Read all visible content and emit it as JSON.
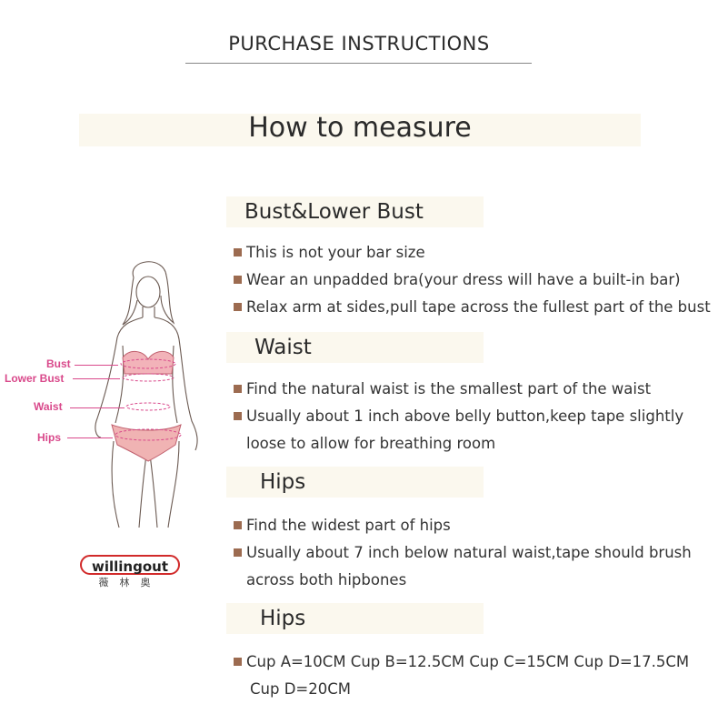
{
  "page_title": "PURCHASE INSTRUCTIONS",
  "how_to_measure": "How to measure",
  "sections": [
    {
      "title": "Bust&Lower Bust",
      "bullets": [
        "This is not your bar size",
        "Wear an unpadded bra(your dress will have a built-in bar)",
        "Relax arm at sides,pull tape across the fullest part of the bust"
      ]
    },
    {
      "title": "Waist",
      "bullets": [
        "Find the natural waist is the smallest part of the waist",
        "Usually about 1 inch above belly button,keep tape slightly",
        "loose to allow for breathing room"
      ]
    },
    {
      "title": "Hips",
      "bullets": [
        "Find the widest part of hips",
        "Usually about 7 inch below natural waist,tape should brush",
        "across both hipbones"
      ]
    },
    {
      "title": "Hips",
      "bullets": [
        "Cup A=10CM Cup B=12.5CM Cup C=15CM Cup D=17.5CM",
        "Cup D=20CM"
      ]
    }
  ],
  "figure_labels": {
    "bust": "Bust",
    "lower_bust": "Lower Bust",
    "waist": "Waist",
    "hips": "Hips"
  },
  "brand": {
    "name": "willingout",
    "chinese": "薇林奥",
    "accent_color": "#d12a2a"
  },
  "colors": {
    "banner_bg": "#fbf8ee",
    "bullet_square": "#9c6b50",
    "label_pink": "#d9498b"
  }
}
